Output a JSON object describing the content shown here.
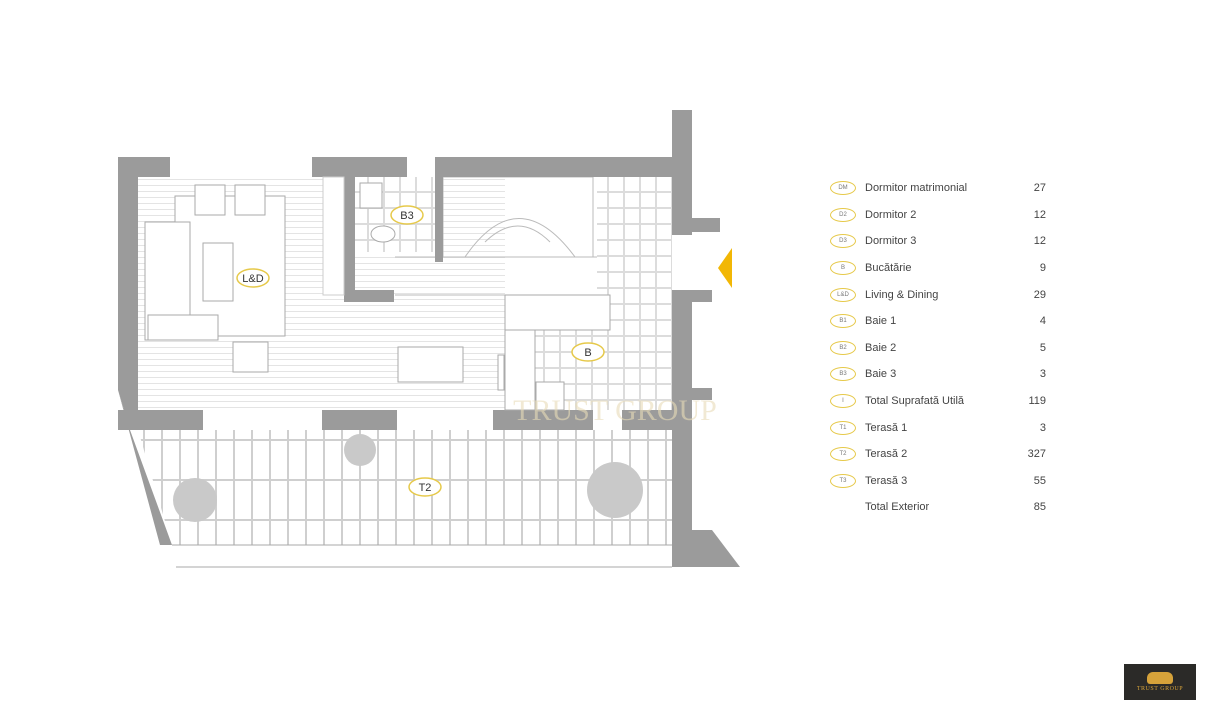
{
  "plan": {
    "room_labels": [
      "B3",
      "L&D",
      "B",
      "T2"
    ],
    "watermark": "TRUST GROUP",
    "accent_color": "#f2b705",
    "wall_color": "#9b9b9b"
  },
  "legend": [
    {
      "code": "DM",
      "label": "Dormitor matrimonial",
      "value": "27"
    },
    {
      "code": "D2",
      "label": "Dormitor 2",
      "value": "12"
    },
    {
      "code": "D3",
      "label": "Dormitor 3",
      "value": "12"
    },
    {
      "code": "B",
      "label": "Bucătărie",
      "value": "9"
    },
    {
      "code": "L&D",
      "label": "Living & Dining",
      "value": "29"
    },
    {
      "code": "B1",
      "label": "Baie 1",
      "value": "4"
    },
    {
      "code": "B2",
      "label": "Baie 2",
      "value": "5"
    },
    {
      "code": "B3",
      "label": "Baie 3",
      "value": "3"
    },
    {
      "code": "I",
      "label": "Total Suprafată Utilă",
      "value": "119"
    },
    {
      "code": "T1",
      "label": "Terasă 1",
      "value": "3"
    },
    {
      "code": "T2",
      "label": "Terasă 2",
      "value": "327"
    },
    {
      "code": "T3",
      "label": "Terasă 3",
      "value": "55"
    },
    {
      "code": "",
      "label": "Total Exterior",
      "value": "85"
    }
  ],
  "logo": {
    "text": "TRUST GROUP"
  }
}
